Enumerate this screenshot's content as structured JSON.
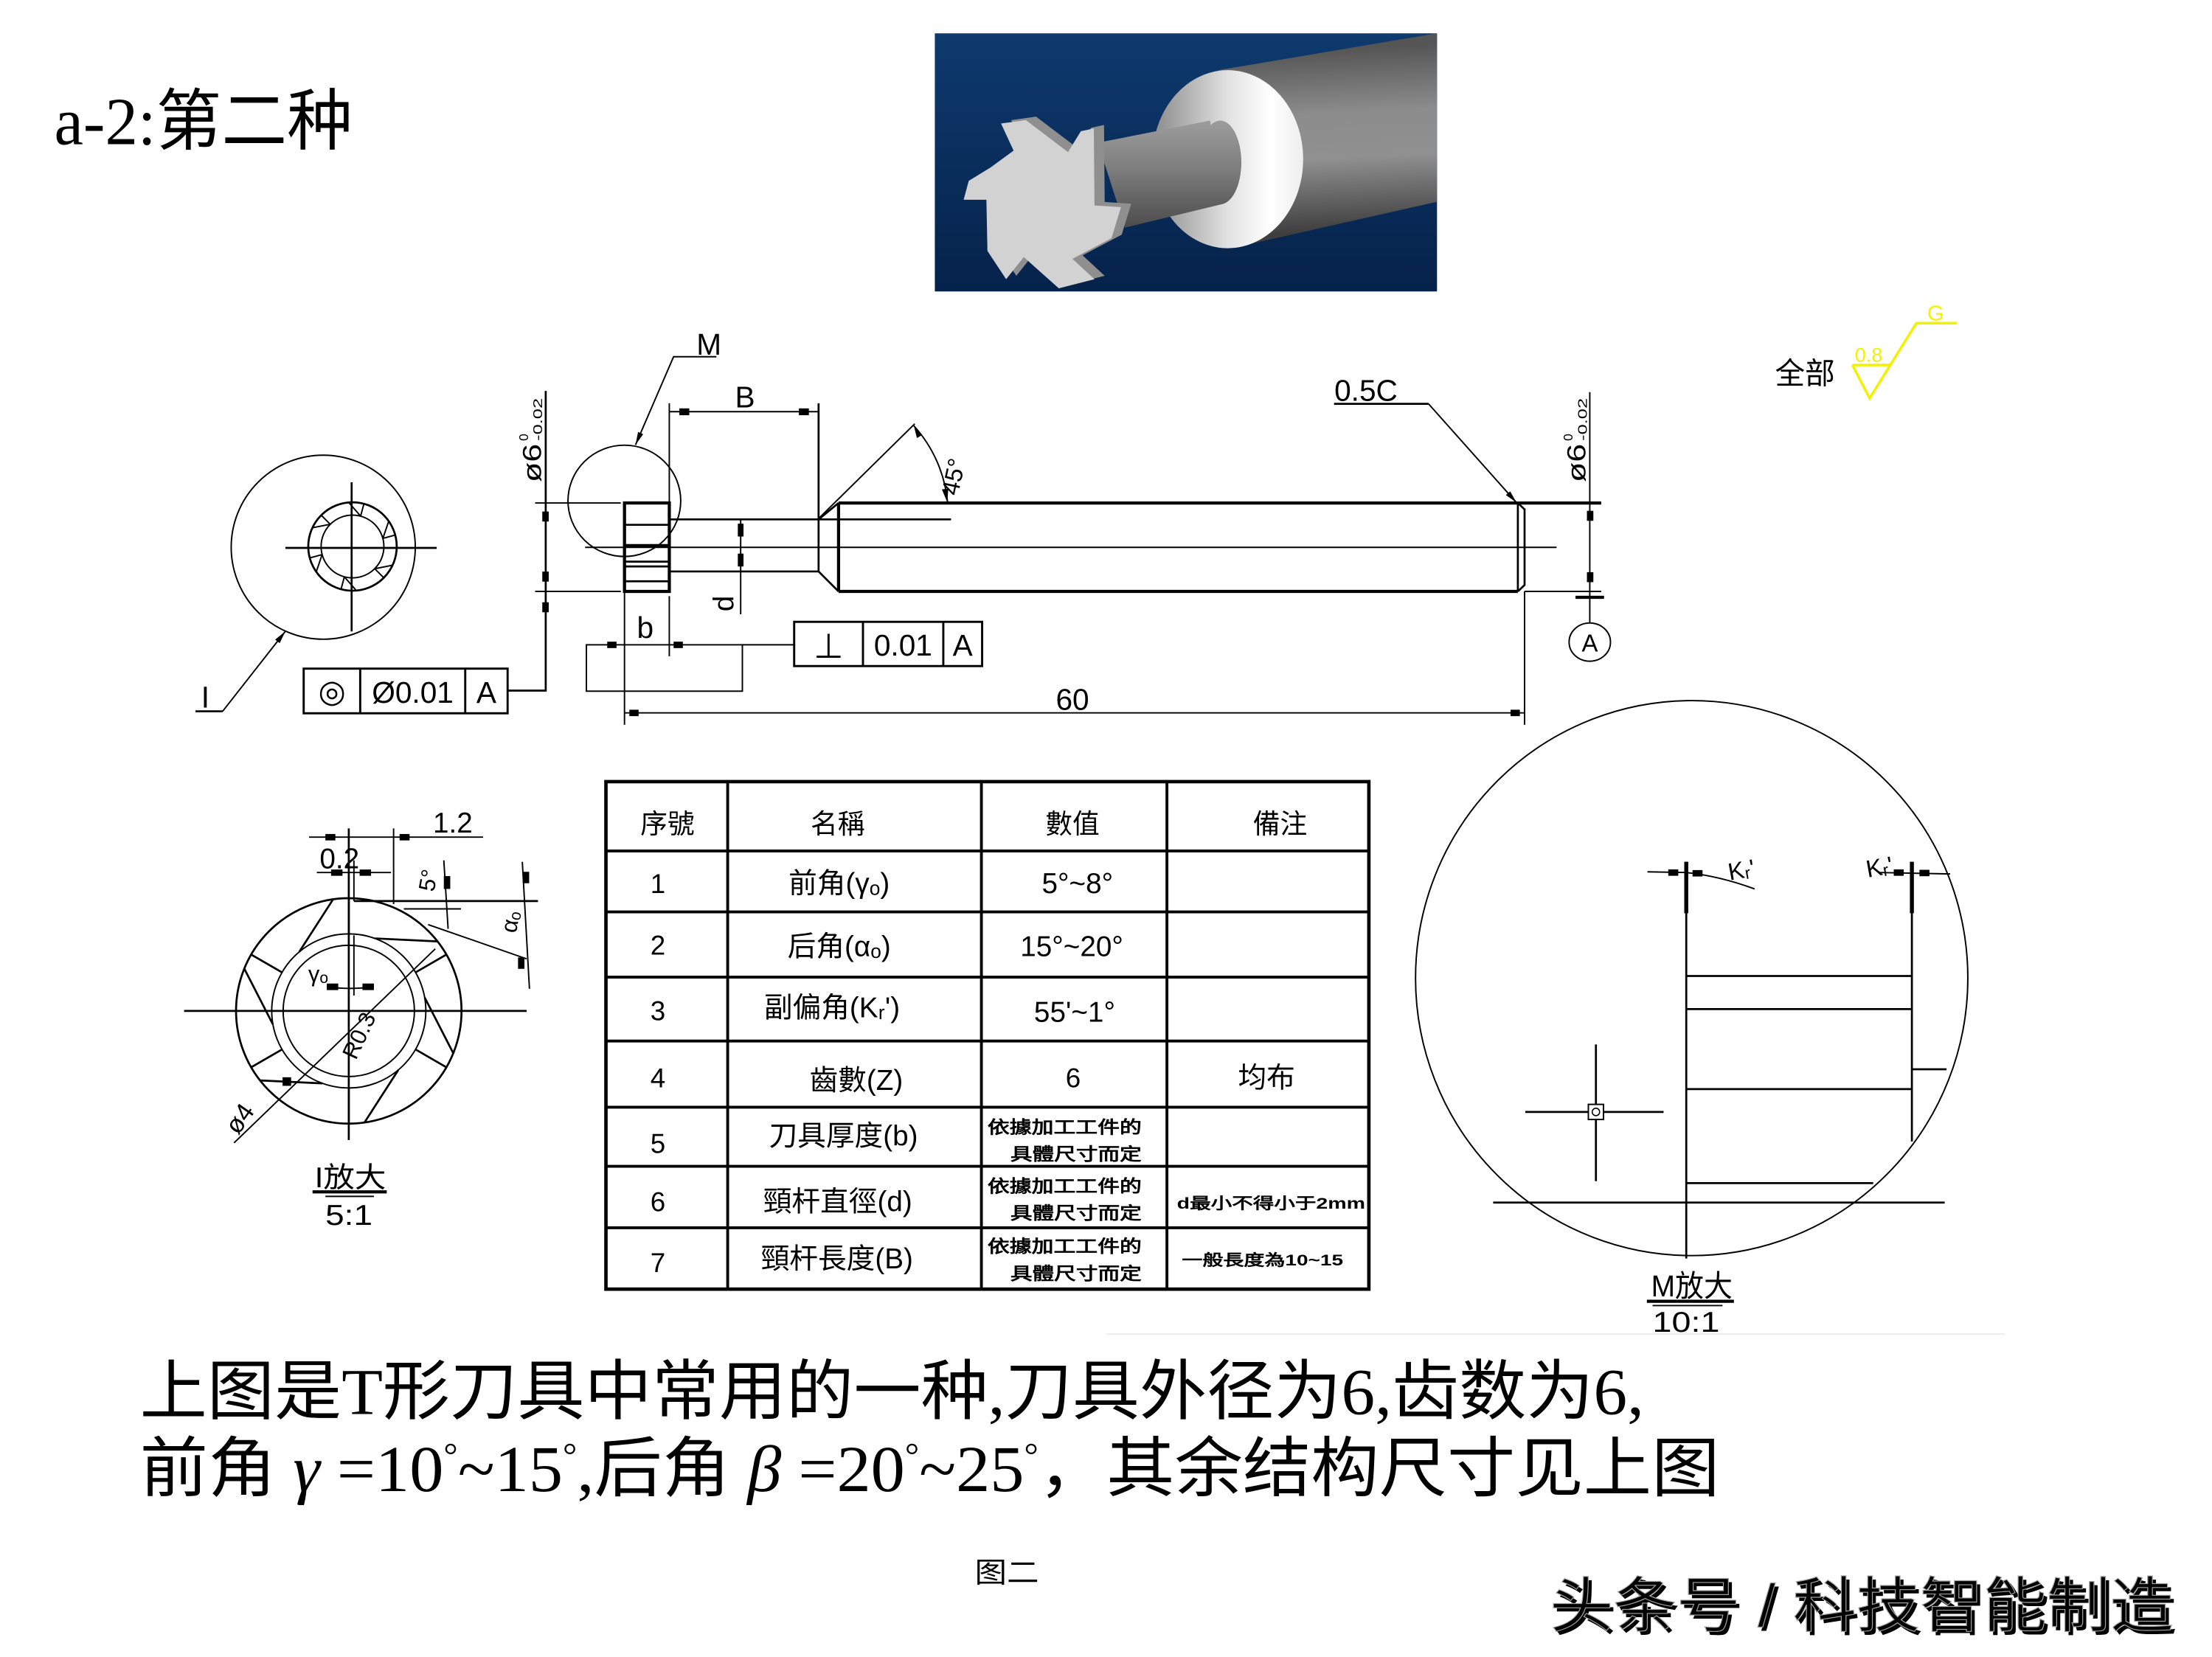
{
  "page": {
    "title": "a-2:第二种",
    "figure_label": "图二",
    "watermark": "头条号 / 科技智能制造"
  },
  "caption": {
    "line1": "上图是T形刀具中常用的一种,刀具外径为6,齿数为6,",
    "line2": "前角 γ =10°~15°,后角 β =20°~25°，其余结构尺寸见上图",
    "line2_parts": {
      "p0": "前角 ",
      "gamma": "γ",
      "p1": " =10",
      "deg1": "°",
      "p2": "~15",
      "deg2": "°",
      "p3": ",后角 ",
      "beta": "β",
      "p4": " =20",
      "deg3": "°",
      "p5": "~25",
      "deg4": "°",
      "p6": "，其余结构尺寸见上图"
    }
  },
  "render_3d": {
    "subject": "T-slot cutter with 6 teeth on a stepped shank",
    "background_color": "#0b3366",
    "cutter_face_color": "#d2d2d2",
    "cutter_side_color": "#8f8f8f",
    "shank_color": "#8a8a8a"
  },
  "roughness": {
    "label": "全部",
    "value": "0.8",
    "process": "G",
    "color": "#f2f200"
  },
  "main_view": {
    "detail_M_label": "M",
    "detail_I_label": "I",
    "dim_B": "B",
    "dim_d": "d",
    "dim_b": "b",
    "dim_length": "60",
    "chamfer": "0.5C",
    "chamfer_angle": "45°",
    "dia_head": {
      "nominal": "ø6",
      "upper": "0",
      "lower": "-0.02"
    },
    "dia_shank": {
      "nominal": "ø6",
      "upper": "0",
      "lower": "-0.02"
    },
    "datum": "A",
    "concentricity": {
      "symbol": "◎",
      "tolerance": "Ø0.01",
      "datum": "A"
    },
    "perpendicularity": {
      "symbol": "⊥",
      "tolerance": "0.01",
      "datum": "A"
    }
  },
  "detail_I": {
    "dim_small": "0.2",
    "dim_large": "1.2",
    "relief_angle": "5°",
    "clearance_angle": "αₒ",
    "rake_angle": "γₒ",
    "radius": "R0.3",
    "diameter": "ø4",
    "caption": "I放大",
    "scale": "5:1"
  },
  "detail_M": {
    "angle_left": "Kᵣ'",
    "angle_right": "Kᵣ'",
    "caption": "M放大",
    "scale": "10:1"
  },
  "table": {
    "headers": [
      "序號",
      "名稱",
      "數值",
      "備注"
    ],
    "rows": [
      {
        "no": "1",
        "name": "前角(γₒ)",
        "value": [
          "5°~8°"
        ],
        "note": ""
      },
      {
        "no": "2",
        "name": "后角(αₒ)",
        "value": [
          "15°~20°"
        ],
        "note": ""
      },
      {
        "no": "3",
        "name": "副偏角(Kᵣ')",
        "value": [
          "55'~1°"
        ],
        "note": ""
      },
      {
        "no": "4",
        "name": "齒數(Z)",
        "value": [
          "6"
        ],
        "note": "均布"
      },
      {
        "no": "5",
        "name": "刀具厚度(b)",
        "value": [
          "依據加工工件的",
          "具體尺寸而定"
        ],
        "note": ""
      },
      {
        "no": "6",
        "name": "頸杆直徑(d)",
        "value": [
          "依據加工工件的",
          "具體尺寸而定"
        ],
        "note": "d最小不得小于2mm"
      },
      {
        "no": "7",
        "name": "頸杆長度(B)",
        "value": [
          "依據加工工件的",
          "具體尺寸而定"
        ],
        "note": "一般長度為10~15"
      }
    ]
  }
}
